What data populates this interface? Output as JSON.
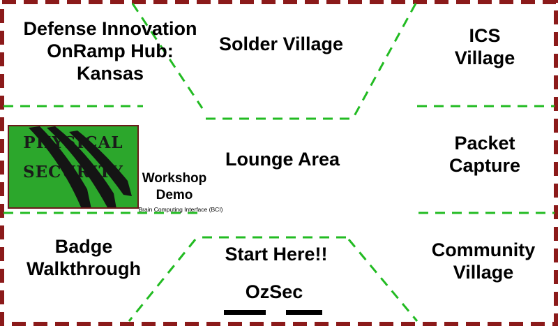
{
  "colors": {
    "border": "#8b1a1a",
    "divider": "#22bb22",
    "logo_bg": "#2ca72c",
    "text": "#000000"
  },
  "zones": {
    "defense_hub": "Defense Innovation\nOnRamp Hub:\nKansas",
    "solder_village": "Solder Village",
    "ics_village": "ICS\nVillage",
    "lounge_area": "Lounge Area",
    "packet_capture": "Packet\nCapture",
    "workshop_demo": "Workshop\nDemo",
    "bci": "Brain Computing Interface (BCI)",
    "badge_walkthrough": "Badge\nWalkthrough",
    "start_here": "Start Here!!",
    "ozsec": "OzSec",
    "community_village": "Community\nVillage"
  },
  "logo": {
    "line1": "PHYSICAL",
    "line2": "SECURITY",
    "icon": "claw-scratch-icon"
  }
}
